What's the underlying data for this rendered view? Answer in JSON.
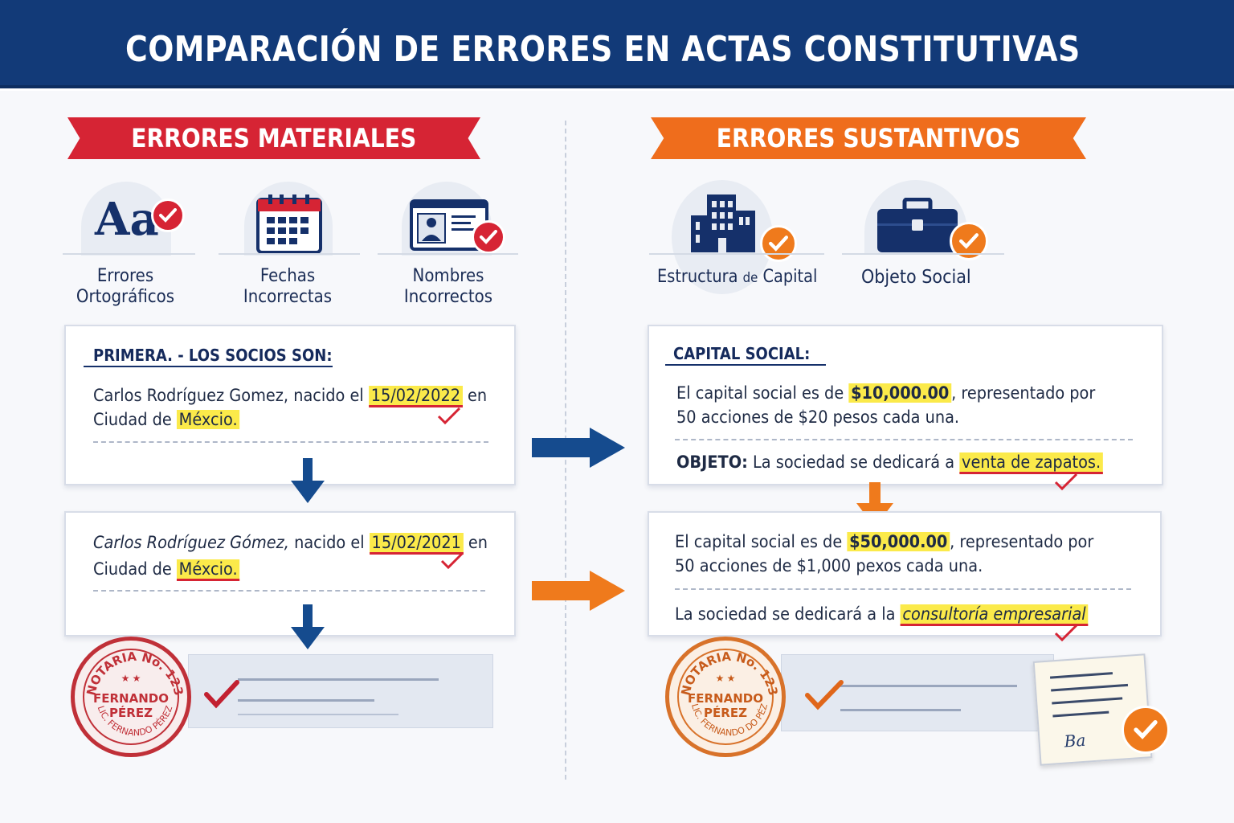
{
  "header": {
    "title": "COMPARACIÓN DE ERRORES EN ACTAS CONSTITUTIVAS"
  },
  "colors": {
    "navy": "#123a78",
    "red": "#d62434",
    "orange": "#ef6d1c",
    "highlight": "#fbea4a"
  },
  "left": {
    "banner": "ERRORES MATERIALES",
    "icons": [
      {
        "icon": "typography-icon",
        "glyph": "Aa",
        "line1": "Errores",
        "line2": "Ortográficos"
      },
      {
        "icon": "calendar-icon",
        "line1": "Fechas",
        "line2": "Incorrectas"
      },
      {
        "icon": "id-card-icon",
        "line1": "Nombres",
        "line2": "Incorrectos"
      }
    ],
    "card1": {
      "heading": "PRIMERA. - LOS SOCIOS SON:",
      "name": "Carlos Rodríguez Gomez,",
      "born": " nacido el ",
      "date": "15/02/2022",
      "en": " en",
      "city_prefix": "Ciudad de ",
      "city": "Méxcio."
    },
    "card2": {
      "name": "Carlos Rodríguez Gómez,",
      "born": " nacido el ",
      "date": "15/02/2021",
      "en": " en",
      "city_prefix": "Ciudad de ",
      "city": "Méxcio."
    },
    "stamp": {
      "top": "NOTARIA No. 123",
      "name": "FERNANDO PÉREZ",
      "bottom": "LIC. FERNANDO PÉREZ",
      "stars": "★ ★"
    }
  },
  "right": {
    "banner": "ERRORES SUSTANTIVOS",
    "icons": [
      {
        "icon": "building-icon",
        "label_a": "Estructura ",
        "label_b": "de",
        "label_c": " Capital"
      },
      {
        "icon": "briefcase-icon",
        "label": "Objeto Social"
      }
    ],
    "card1": {
      "heading": "CAPITAL SOCIAL:",
      "line1_a": "El capital social es de ",
      "line1_amount": "$10,000.00",
      "line1_b": ", representado por",
      "line2": "50 acciones de $20 pesos cada una.",
      "objeto_label": "OBJETO:",
      "objeto_text": " La sociedad se dedicará a ",
      "objeto_value": "venta de zapatos."
    },
    "card2": {
      "line1_a": "El capital social es de ",
      "line1_amount": "$50,000.00",
      "line1_b": ", representado por",
      "line2": "50 acciones de $1,000 pexos cada una.",
      "objeto_text": "La sociedad se dedicará a la ",
      "objeto_value": "consultoría empresarial"
    },
    "stamp": {
      "top": "NOTARIA No. 123",
      "name": "FERNANDO PÉREZ",
      "bottom": "LIC. FERNANDO DO PÉZ",
      "stars": "★ ★"
    },
    "signature": "Ba"
  }
}
